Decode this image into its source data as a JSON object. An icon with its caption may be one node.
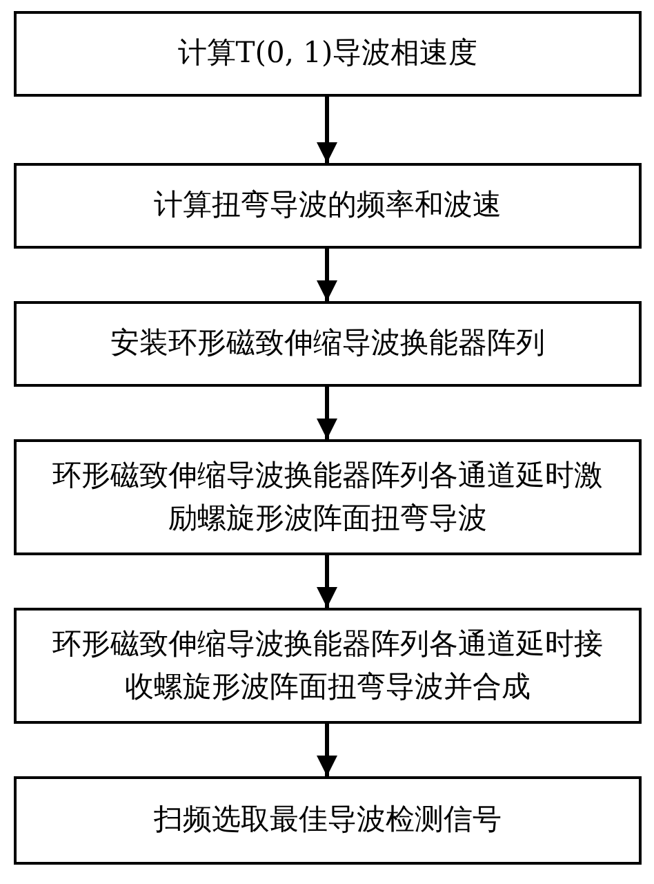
{
  "diagram": {
    "nodes": [
      {
        "text": [
          "计算T(0, 1)导波相速度"
        ]
      },
      {
        "text": [
          "计算扭弯导波的频率和波速"
        ]
      },
      {
        "text": [
          "安装环形磁致伸缩导波换能器阵列"
        ]
      },
      {
        "text": [
          "环形磁致伸缩导波换能器阵列各通道延时激励螺旋形波阵面扭弯导波"
        ]
      },
      {
        "text": [
          "环形磁致伸缩导波换能器阵列各通道延时接收螺旋形波阵面扭弯导波并合成"
        ]
      },
      {
        "text": [
          "扫频选取最佳导波检测信号"
        ]
      }
    ],
    "edges": [
      {
        "from": 0,
        "to": 1,
        "arrow": "to"
      },
      {
        "from": 1,
        "to": 2,
        "arrow": "to"
      },
      {
        "from": 2,
        "to": 3,
        "arrow": "to"
      },
      {
        "from": 3,
        "to": 4,
        "arrow": "to"
      },
      {
        "from": 4,
        "to": 5,
        "arrow": "to"
      }
    ]
  }
}
